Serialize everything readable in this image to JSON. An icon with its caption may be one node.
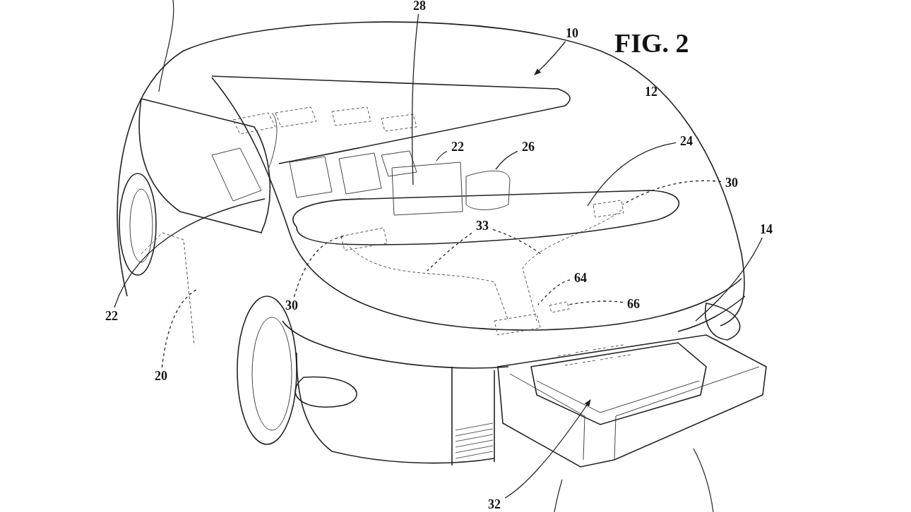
{
  "diagram": {
    "title": "FIG. 2",
    "nodes": [
      {
        "text": [
          "28"
        ]
      },
      {
        "text": [
          "10"
        ]
      },
      {
        "text": [
          "12"
        ]
      },
      {
        "text": [
          "22"
        ]
      },
      {
        "text": [
          "26"
        ]
      },
      {
        "text": [
          "24"
        ]
      },
      {
        "text": [
          "30"
        ]
      },
      {
        "text": [
          "33"
        ]
      },
      {
        "text": [
          "14"
        ]
      },
      {
        "text": [
          "64"
        ]
      },
      {
        "text": [
          "66"
        ]
      },
      {
        "text": [
          "30"
        ]
      },
      {
        "text": [
          "22"
        ]
      },
      {
        "text": [
          "20"
        ]
      },
      {
        "text": [
          "32"
        ]
      }
    ],
    "edges": [
      {
        "from": 0,
        "to": null,
        "arrow": "none"
      },
      {
        "from": 1,
        "to": null,
        "arrow": "to"
      },
      {
        "from": 3,
        "to": null,
        "arrow": "none"
      },
      {
        "from": 4,
        "to": null,
        "arrow": "none"
      },
      {
        "from": 5,
        "to": null,
        "arrow": "none"
      },
      {
        "from": 6,
        "to": null,
        "arrow": "none",
        "style": "dashed"
      },
      {
        "from": 7,
        "to": null,
        "arrow": "none",
        "style": "dashed"
      },
      {
        "from": 7,
        "to": null,
        "arrow": "none",
        "style": "dashed"
      },
      {
        "from": 8,
        "to": null,
        "arrow": "none"
      },
      {
        "from": 9,
        "to": null,
        "arrow": "none",
        "style": "dashed"
      },
      {
        "from": 10,
        "to": null,
        "arrow": "none",
        "style": "dashed"
      },
      {
        "from": 11,
        "to": null,
        "arrow": "none",
        "style": "dashed"
      },
      {
        "from": 12,
        "to": null,
        "arrow": "none"
      },
      {
        "from": 13,
        "to": null,
        "arrow": "none",
        "style": "dashed"
      },
      {
        "from": 14,
        "to": null,
        "arrow": "to"
      }
    ]
  }
}
